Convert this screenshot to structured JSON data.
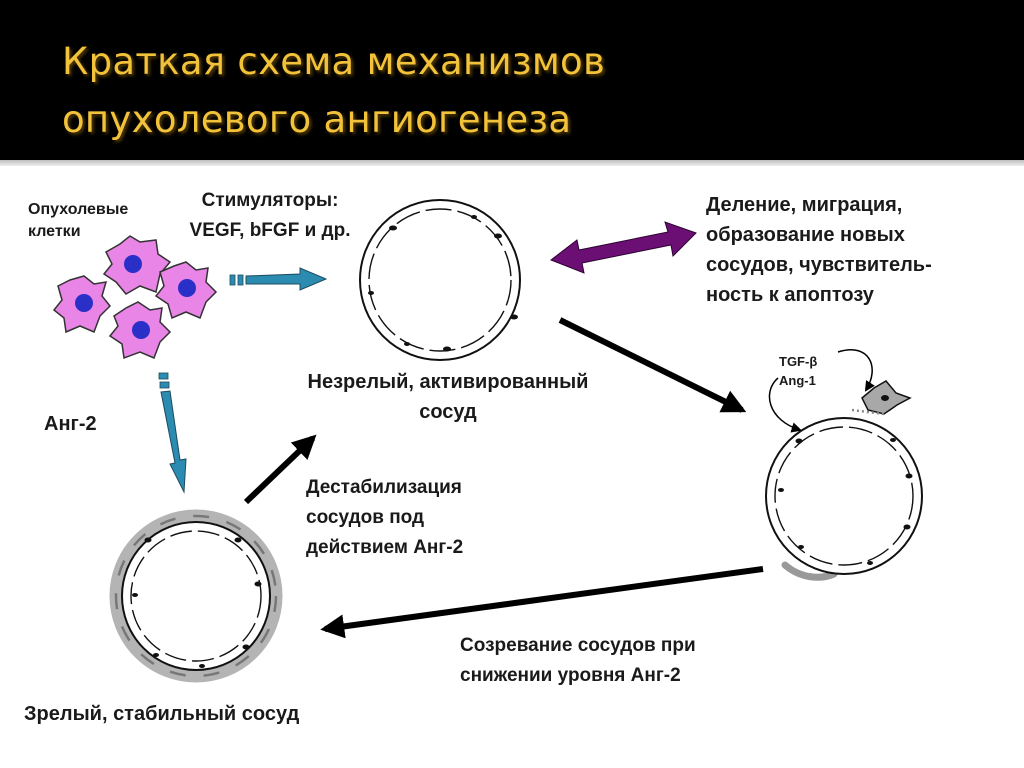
{
  "title": {
    "line1": "Краткая схема механизмов",
    "line2": "опухолевого ангиогенеза"
  },
  "labels": {
    "tumor_cells": [
      "Опухолевые",
      "клетки"
    ],
    "stimulators": [
      "Стимуляторы:",
      "VEGF, bFGF и др."
    ],
    "division": [
      "Деление, миграция,",
      "образование новых",
      "сосудов, чувствитель-",
      "ность к апоптозу"
    ],
    "immature_vessel": [
      "Незрелый, активированный",
      "сосуд"
    ],
    "ang2": "Анг-2",
    "tgf": [
      "TGF-β",
      "Ang-1"
    ],
    "destabilization": [
      "Дестабилизация",
      "сосудов под",
      "действием Анг-2"
    ],
    "maturation": [
      "Созревание сосудов при",
      "снижении уровня Анг-2"
    ],
    "mature_vessel": "Зрелый, стабильный сосуд"
  },
  "colors": {
    "title_text": "#f2c23a",
    "title_bg": "#000000",
    "tumor_cell_fill": "#e985e6",
    "tumor_cell_nucleus": "#2a2fc8",
    "stimulus_arrow": "#2b8bb0",
    "bidirectional_arrow": "#6c0f75",
    "process_arrow": "#000000",
    "pericyte_fill": "#a8a8a8"
  },
  "icons": {
    "tumor_cells": "tumor-cell-icon",
    "vessels": "blood-vessel-icon",
    "pericyte": "pericyte-cell-icon"
  }
}
